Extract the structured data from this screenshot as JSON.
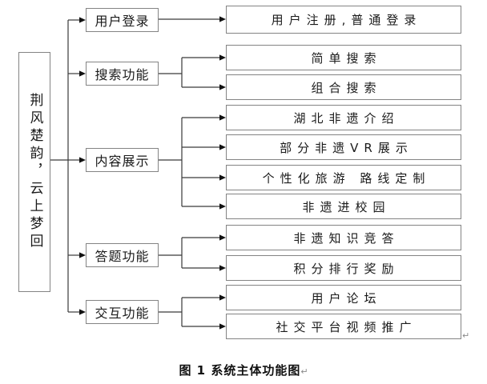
{
  "figure": {
    "caption": "图 1 系统主体功能图",
    "caption_return_mark": "↵",
    "diagram_return_mark": "↵"
  },
  "diagram": {
    "root": {
      "label": "荆风楚韵，云上梦回"
    },
    "branches": [
      {
        "label": "用户登录",
        "children": [
          "用户注册,普通登录"
        ]
      },
      {
        "label": "搜索功能",
        "children": [
          "简单搜索",
          "组合搜索"
        ]
      },
      {
        "label": "内容展示",
        "children": [
          "湖北非遗介绍",
          "部分非遗VR展示",
          "个性化旅游 路线定制",
          "非遗进校园"
        ]
      },
      {
        "label": "答题功能",
        "children": [
          "非遗知识竞答",
          "积分排行奖励"
        ]
      },
      {
        "label": "交互功能",
        "children": [
          "用户论坛",
          "社交平台视频推广"
        ]
      }
    ]
  },
  "colors": {
    "box_border": "#848484",
    "connector_line": "#3a3a3a",
    "arrow_fill": "#111111",
    "text": "#1a1a1a"
  }
}
